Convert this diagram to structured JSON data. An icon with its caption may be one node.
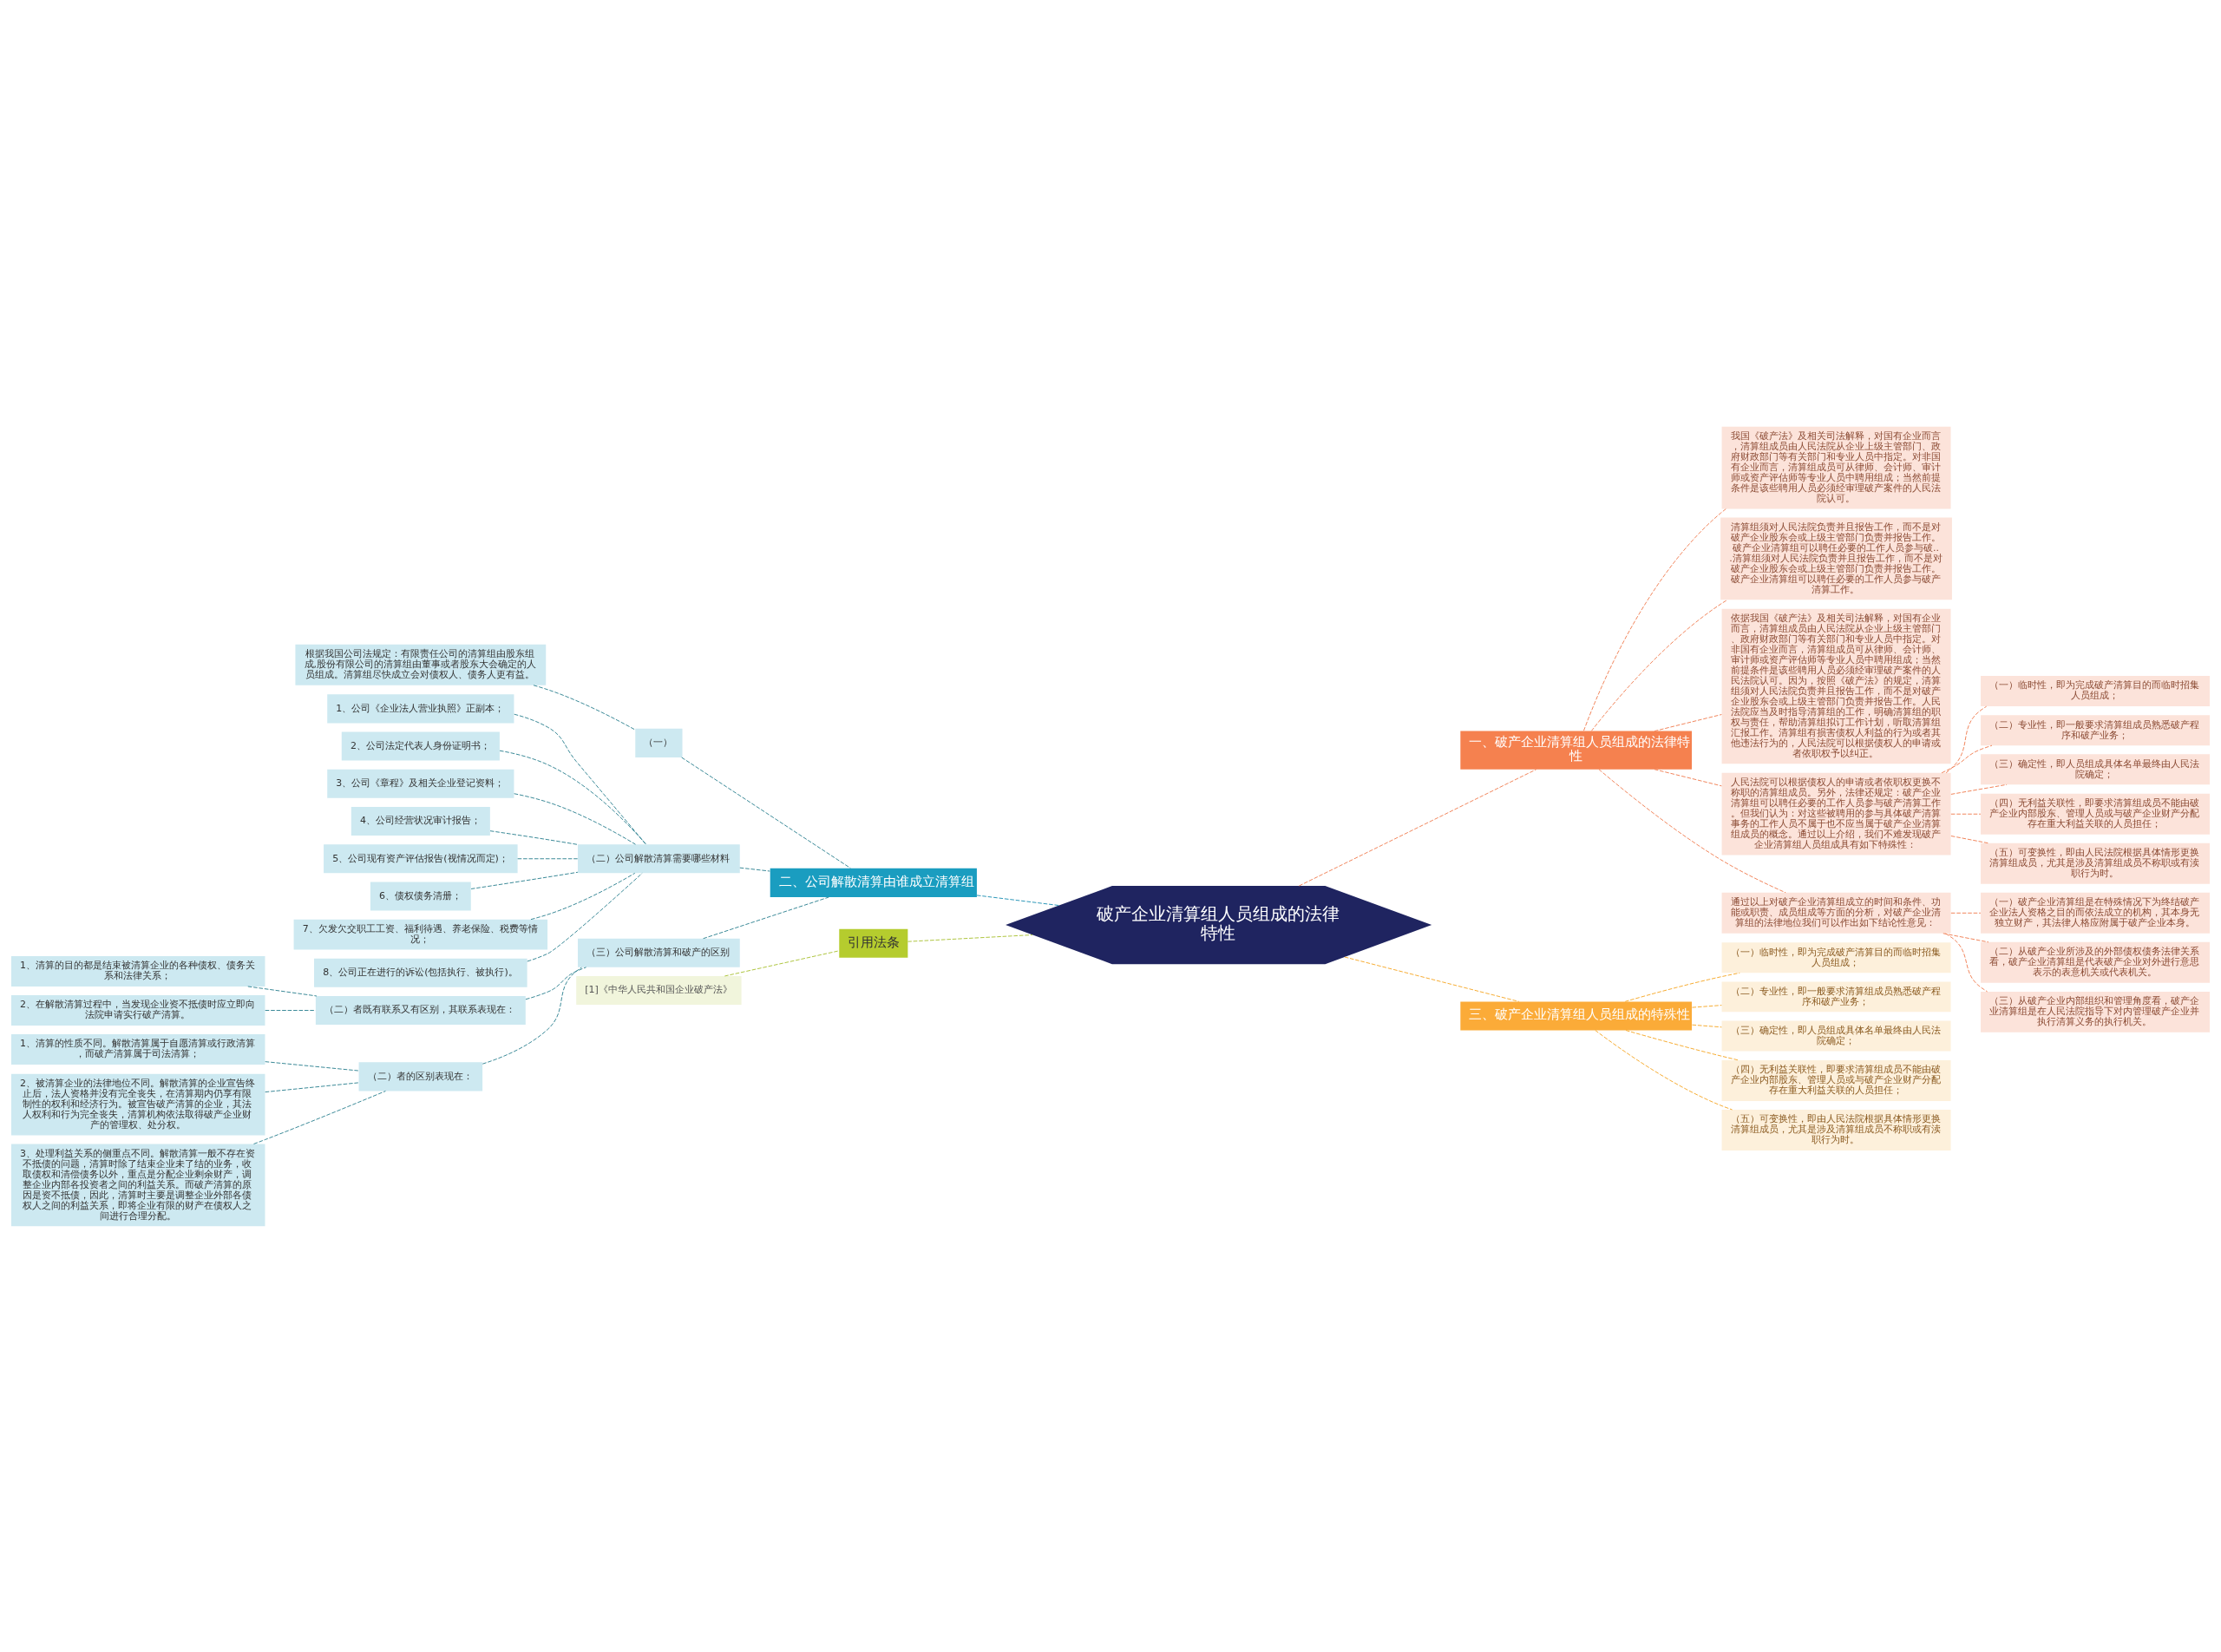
{
  "diagram": {
    "nodes": [
      {
        "text": [
          "破产企业清算组人员组成的法律特性"
        ]
      },
      {
        "text": [
          "一、破产企业清算组人员组成的法律特性"
        ]
      },
      {
        "text": [
          "我国《破产法》及相关司法解释，对国有企业而言，清算组成员由人民法院从企业上级主管部门、政府财政部门等有关部门和专业人员中指定。对非国有企业而言，清算组成员可从律师、会计师、审计师或资产评估师等专业人员中聘用组成；当然前提条件是该些聘用人员必须经审理破产案件的人民法院认可。"
        ]
      },
      {
        "text": [
          "清算组须对人民法院负责并且报告工作，而不是对破产企业股东会或上级主管部门负责并报告工作。破产企业清算组可以聘任必要的工作人员参与破...清算组须对人民法院负责并且报告工作，而不是对破产企业股东会或上级主管部门负责并报告工作。破产企业清算组可以聘任必要的工作人员参与破产清算工作。"
        ]
      },
      {
        "text": [
          "依据我国《破产法》及相关司法解释，对国有企业而言，清算组成员由人民法院从企业上级主管部门、政府财政部门等有关部门和专业人员中指定。对非国有企业而言，清算组成员可从律师、会计师、审计师或资产评估师等专业人员中聘用组成；当然前提条件是该些聘用人员必须经审理破产案件的人民法院认可。因为，按照《破产法》的规定，清算组须对人民法院负责并且报告工作，而不是对破产企业股东会或上级主管部门负责并报告工作。人民法院应当及时指导清算组的工作，明确清算组的职权与责任，帮助清算组拟订工作计划，听取清算组汇报工作。清算组有损害债权人利益的行为或者其他违法行为的，人民法院可以根据债权人的申请或者依职权予以纠正。"
        ]
      },
      {
        "text": [
          "人民法院可以根据债权人的申请或者依职权更换不称职的清算组成员。另外，法律还规定：破产企业清算组可以聘任必要的工作人员参与破产清算工作。但我们认为：对这些被聘用的参与具体破产清算事务的工作人员不属于也不应当属于破产企业清算组成员的概念。通过以上介绍，我们不难发现破产企业清算组人员组成具有如下特殊性："
        ]
      },
      {
        "text": [
          "（一）临时性，即为完成破产清算目的而临时招集人员组成；"
        ]
      },
      {
        "text": [
          "（二）专业性，即一般要求清算组成员熟悉破产程序和破产业务；"
        ]
      },
      {
        "text": [
          "（三）确定性，即人员组成具体名单最终由人民法院确定；"
        ]
      },
      {
        "text": [
          "（四）无利益关联性，即要求清算组成员不能由破产企业内部股东、管理人员或与破产企业财产分配存在重大利益关联的人员担任；"
        ]
      },
      {
        "text": [
          "（五）可变换性，即由人民法院根据具体情形更换清算组成员，尤其是涉及清算组成员不称职或有渎职行为时。"
        ]
      },
      {
        "text": [
          "通过以上对破产企业清算组成立的时间和条件、功能或职责、成员组成等方面的分析，对破产企业清算组的法律地位我们可以作出如下结论性意见："
        ]
      },
      {
        "text": [
          "（一）破产企业清算组是在特殊情况下为终结破产企业法人资格之目的而依法成立的机构，其本身无独立财产，其法律人格应附属于破产企业本身。"
        ]
      },
      {
        "text": [
          "（二）从破产企业所涉及的外部债权债务法律关系看，破产企业清算组是代表破产企业对外进行意思表示的表意机关或代表机关。"
        ]
      },
      {
        "text": [
          "（三）从破产企业内部组织和管理角度看，破产企业清算组是在人民法院指导下对内管理破产企业并执行清算义务的执行机关。"
        ]
      },
      {
        "text": [
          "三、破产企业清算组人员组成的特殊性"
        ]
      },
      {
        "text": [
          "（一）临时性，即为完成破产清算目的而临时招集人员组成；"
        ]
      },
      {
        "text": [
          "（二）专业性，即一般要求清算组成员熟悉破产程序和破产业务；"
        ]
      },
      {
        "text": [
          "（三）确定性，即人员组成具体名单最终由人民法院确定；"
        ]
      },
      {
        "text": [
          "（四）无利益关联性，即要求清算组成员不能由破产企业内部股东、管理人员或与破产企业财产分配存在重大利益关联的人员担任；"
        ]
      },
      {
        "text": [
          "（五）可变换性，即由人民法院根据具体情形更换清算组成员，尤其是涉及清算组成员不称职或有渎职行为时。"
        ]
      },
      {
        "text": [
          "二、公司解散清算由谁成立清算组"
        ]
      },
      {
        "text": [
          "（一）"
        ]
      },
      {
        "text": [
          "根据我国公司法规定：有限责任公司的清算组由股东组成,股份有限公司的清算组由董事或者股东大会确定的人员组成。清算组尽快成立会对债权人、债务人更有益。"
        ]
      },
      {
        "text": [
          "（二）公司解散清算需要哪些材料"
        ]
      },
      {
        "text": [
          "1、公司《企业法人营业执照》正副本；"
        ]
      },
      {
        "text": [
          "2、公司法定代表人身份证明书；"
        ]
      },
      {
        "text": [
          "3、公司《章程》及相关企业登记资料；"
        ]
      },
      {
        "text": [
          "4、公司经营状况审计报告；"
        ]
      },
      {
        "text": [
          "5、公司现有资产评估报告(视情况而定)；"
        ]
      },
      {
        "text": [
          "6、债权债务清册；"
        ]
      },
      {
        "text": [
          "7、欠发欠交职工工资、福利待遇、养老保险、税费等情况；"
        ]
      },
      {
        "text": [
          "8、公司正在进行的诉讼(包括执行、被执行)。"
        ]
      },
      {
        "text": [
          "（三）公司解散清算和破产的区别"
        ]
      },
      {
        "text": [
          "（二）者既有联系又有区别，其联系表现在："
        ]
      },
      {
        "text": [
          "1、清算的目的都是结束被清算企业的各种债权、债务关系和法律关系；"
        ]
      },
      {
        "text": [
          "2、在解散清算过程中，当发现企业资不抵债时应立即向法院申请实行破产清算。"
        ]
      },
      {
        "text": [
          "（二）者的区别表现在："
        ]
      },
      {
        "text": [
          "1、清算的性质不同。解散清算属于自愿清算或行政清算，而破产清算属于司法清算；"
        ]
      },
      {
        "text": [
          "2、被清算企业的法律地位不同。解散清算的企业宣告终止后，法人资格并没有完全丧失，在清算期内仍享有限制性的权利和经济行为。被宣告破产清算的企业，其法人权利和行为完全丧失，清算机构依法取得破产企业财产的管理权、处分权。"
        ]
      },
      {
        "text": [
          "3、处理利益关系的侧重点不同。解散清算一般不存在资不抵债的问题，清算时除了结束企业未了结的业务，收取债权和清偿债务以外，重点是分配企业剩余财产，调整企业内部各投资者之间的利益关系。而破产清算的原因是资不抵债，因此，清算时主要是调整企业外部各债权人之间的利益关系，即将企业有限的财产在债权人之间进行合理分配。"
        ]
      },
      {
        "text": [
          "引用法条"
        ]
      },
      {
        "text": [
          "[1]《中华人民共和国企业破产法》"
        ]
      }
    ],
    "edges": [
      {
        "from": 0,
        "to": 1,
        "arrow": "none",
        "style": "dashed",
        "color": "#f07b4f"
      },
      {
        "from": 1,
        "to": 2,
        "arrow": "none",
        "style": "dashed",
        "color": "#f07b4f"
      },
      {
        "from": 1,
        "to": 3,
        "arrow": "none",
        "style": "dashed",
        "color": "#f07b4f"
      },
      {
        "from": 1,
        "to": 4,
        "arrow": "none",
        "style": "dashed",
        "color": "#f07b4f"
      },
      {
        "from": 1,
        "to": 5,
        "arrow": "none",
        "style": "dashed",
        "color": "#f07b4f"
      },
      {
        "from": 5,
        "to": 6,
        "arrow": "none",
        "style": "dashed",
        "color": "#f07b4f"
      },
      {
        "from": 5,
        "to": 7,
        "arrow": "none",
        "style": "dashed",
        "color": "#f07b4f"
      },
      {
        "from": 5,
        "to": 8,
        "arrow": "none",
        "style": "dashed",
        "color": "#f07b4f"
      },
      {
        "from": 5,
        "to": 9,
        "arrow": "none",
        "style": "dashed",
        "color": "#f07b4f"
      },
      {
        "from": 5,
        "to": 10,
        "arrow": "none",
        "style": "dashed",
        "color": "#f07b4f"
      },
      {
        "from": 1,
        "to": 11,
        "arrow": "none",
        "style": "dashed",
        "color": "#f07b4f"
      },
      {
        "from": 11,
        "to": 12,
        "arrow": "none",
        "style": "dashed",
        "color": "#f07b4f"
      },
      {
        "from": 11,
        "to": 13,
        "arrow": "none",
        "style": "dashed",
        "color": "#f07b4f"
      },
      {
        "from": 11,
        "to": 14,
        "arrow": "none",
        "style": "dashed",
        "color": "#f07b4f"
      },
      {
        "from": 0,
        "to": 15,
        "arrow": "none",
        "style": "dashed",
        "color": "#f5a623"
      },
      {
        "from": 15,
        "to": 16,
        "arrow": "none",
        "style": "dashed",
        "color": "#f5a623"
      },
      {
        "from": 15,
        "to": 17,
        "arrow": "none",
        "style": "dashed",
        "color": "#f5a623"
      },
      {
        "from": 15,
        "to": 18,
        "arrow": "none",
        "style": "dashed",
        "color": "#f5a623"
      },
      {
        "from": 15,
        "to": 19,
        "arrow": "none",
        "style": "dashed",
        "color": "#f5a623"
      },
      {
        "from": 15,
        "to": 20,
        "arrow": "none",
        "style": "dashed",
        "color": "#f5a623"
      },
      {
        "from": 0,
        "to": 21,
        "arrow": "none",
        "style": "dashed",
        "color": "#1b8fb3"
      },
      {
        "from": 21,
        "to": 22,
        "arrow": "none",
        "style": "dashed",
        "color": "#2a7f8f"
      },
      {
        "from": 22,
        "to": 23,
        "arrow": "none",
        "style": "dashed",
        "color": "#2a7f8f"
      },
      {
        "from": 21,
        "to": 24,
        "arrow": "none",
        "style": "dashed",
        "color": "#2a7f8f"
      },
      {
        "from": 24,
        "to": 25,
        "arrow": "none",
        "style": "dashed",
        "color": "#2a7f8f"
      },
      {
        "from": 24,
        "to": 26,
        "arrow": "none",
        "style": "dashed",
        "color": "#2a7f8f"
      },
      {
        "from": 24,
        "to": 27,
        "arrow": "none",
        "style": "dashed",
        "color": "#2a7f8f"
      },
      {
        "from": 24,
        "to": 28,
        "arrow": "none",
        "style": "dashed",
        "color": "#2a7f8f"
      },
      {
        "from": 24,
        "to": 29,
        "arrow": "none",
        "style": "dashed",
        "color": "#2a7f8f"
      },
      {
        "from": 24,
        "to": 30,
        "arrow": "none",
        "style": "dashed",
        "color": "#2a7f8f"
      },
      {
        "from": 24,
        "to": 31,
        "arrow": "none",
        "style": "dashed",
        "color": "#2a7f8f"
      },
      {
        "from": 24,
        "to": 32,
        "arrow": "none",
        "style": "dashed",
        "color": "#2a7f8f"
      },
      {
        "from": 21,
        "to": 33,
        "arrow": "none",
        "style": "dashed",
        "color": "#2a7f8f"
      },
      {
        "from": 33,
        "to": 34,
        "arrow": "none",
        "style": "dashed",
        "color": "#2a7f8f"
      },
      {
        "from": 34,
        "to": 35,
        "arrow": "none",
        "style": "dashed",
        "color": "#2a7f8f"
      },
      {
        "from": 34,
        "to": 36,
        "arrow": "none",
        "style": "dashed",
        "color": "#2a7f8f"
      },
      {
        "from": 33,
        "to": 37,
        "arrow": "none",
        "style": "dashed",
        "color": "#2a7f8f"
      },
      {
        "from": 37,
        "to": 38,
        "arrow": "none",
        "style": "dashed",
        "color": "#2a7f8f"
      },
      {
        "from": 37,
        "to": 39,
        "arrow": "none",
        "style": "dashed",
        "color": "#2a7f8f"
      },
      {
        "from": 37,
        "to": 40,
        "arrow": "none",
        "style": "dashed",
        "color": "#2a7f8f"
      },
      {
        "from": 0,
        "to": 41,
        "arrow": "none",
        "style": "dashed",
        "color": "#a8c030"
      },
      {
        "from": 41,
        "to": 42,
        "arrow": "none",
        "style": "dashed",
        "color": "#a8c030"
      }
    ]
  }
}
